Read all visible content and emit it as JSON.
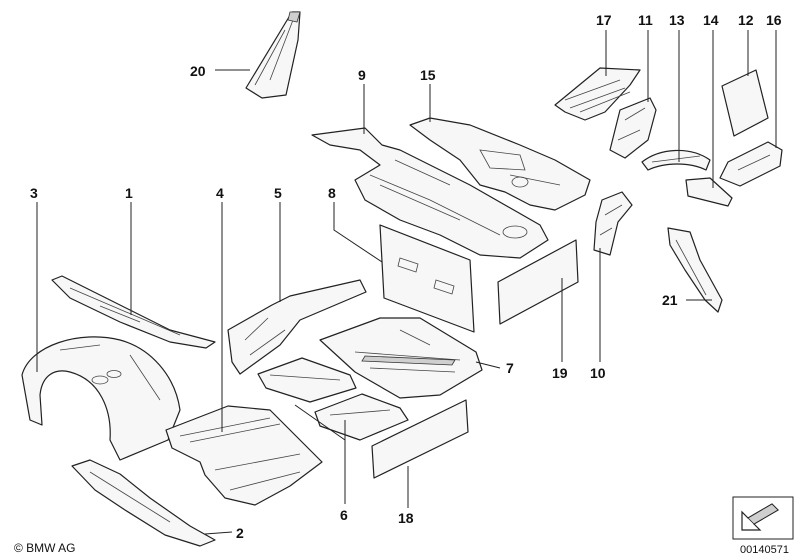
{
  "diagram": {
    "callouts": [
      {
        "id": "3",
        "label": "3"
      },
      {
        "id": "1",
        "label": "1"
      },
      {
        "id": "4",
        "label": "4"
      },
      {
        "id": "5",
        "label": "5"
      },
      {
        "id": "8",
        "label": "8"
      },
      {
        "id": "9",
        "label": "9"
      },
      {
        "id": "15",
        "label": "15"
      },
      {
        "id": "17",
        "label": "17"
      },
      {
        "id": "11",
        "label": "11"
      },
      {
        "id": "13",
        "label": "13"
      },
      {
        "id": "14",
        "label": "14"
      },
      {
        "id": "12",
        "label": "12"
      },
      {
        "id": "16",
        "label": "16"
      },
      {
        "id": "20",
        "label": "20"
      },
      {
        "id": "21",
        "label": "21"
      },
      {
        "id": "10",
        "label": "10"
      },
      {
        "id": "19",
        "label": "19"
      },
      {
        "id": "7",
        "label": "7"
      },
      {
        "id": "6",
        "label": "6"
      },
      {
        "id": "18",
        "label": "18"
      },
      {
        "id": "2",
        "label": "2"
      }
    ],
    "copyright": "© BMW AG",
    "part_number": "00140571",
    "colors": {
      "line": "#222222",
      "fill": "#f7f7f7",
      "shade": "#cfcfcf",
      "background": "#ffffff"
    },
    "icons": {
      "corner_badge": "arrow-badge-icon"
    }
  }
}
